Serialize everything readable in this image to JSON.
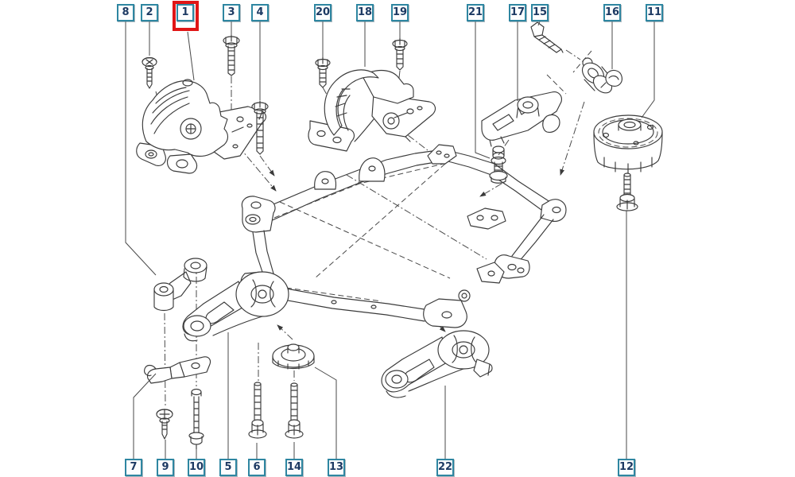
{
  "diagram": {
    "type": "exploded-parts-diagram",
    "subject": "engine-mounting-and-subframe",
    "selected_callout": "1"
  },
  "colors": {
    "background": "#ffffff",
    "line": "#3a3a3a",
    "callout_border": "#2e86a1",
    "callout_number": "#1d3a63",
    "selection_highlight": "#e01616"
  },
  "callouts": [
    {
      "number": "8",
      "selected": false
    },
    {
      "number": "2",
      "selected": false
    },
    {
      "number": "1",
      "selected": true
    },
    {
      "number": "3",
      "selected": false
    },
    {
      "number": "4",
      "selected": false
    },
    {
      "number": "20",
      "selected": false
    },
    {
      "number": "18",
      "selected": false
    },
    {
      "number": "19",
      "selected": false
    },
    {
      "number": "21",
      "selected": false
    },
    {
      "number": "17",
      "selected": false
    },
    {
      "number": "15",
      "selected": false
    },
    {
      "number": "16",
      "selected": false
    },
    {
      "number": "11",
      "selected": false
    },
    {
      "number": "7",
      "selected": false
    },
    {
      "number": "9",
      "selected": false
    },
    {
      "number": "10",
      "selected": false
    },
    {
      "number": "5",
      "selected": false
    },
    {
      "number": "6",
      "selected": false
    },
    {
      "number": "14",
      "selected": false
    },
    {
      "number": "13",
      "selected": false
    },
    {
      "number": "22",
      "selected": false
    },
    {
      "number": "12",
      "selected": false
    }
  ]
}
